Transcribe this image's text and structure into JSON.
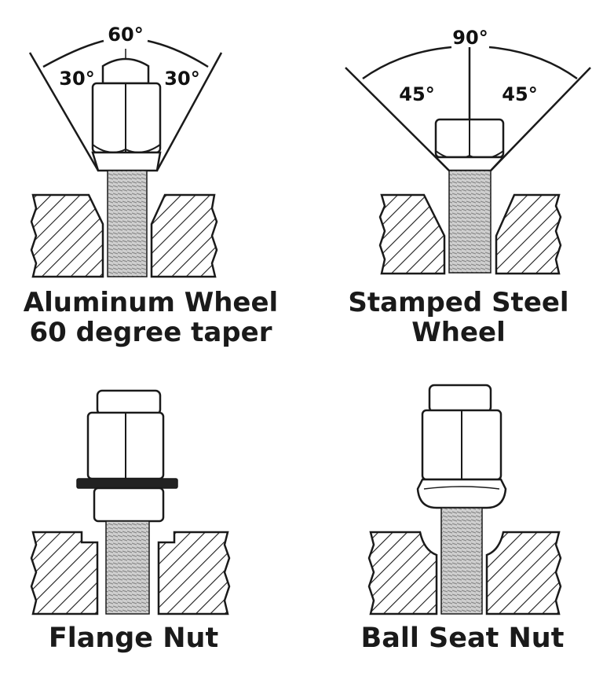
{
  "panels": {
    "aluminum": {
      "title_line1": "Aluminum Wheel",
      "title_line2": "60 degree taper",
      "angle_total": "60°",
      "angle_left": "30°",
      "angle_right": "30°"
    },
    "stamped": {
      "title_line1": "Stamped Steel",
      "title_line2": "Wheel",
      "angle_total": "90°",
      "angle_left": "45°",
      "angle_right": "45°"
    },
    "flange": {
      "title": "Flange Nut"
    },
    "ballseat": {
      "title": "Ball Seat Nut"
    }
  },
  "colors": {
    "ink": "#1a1a1a",
    "stud": "#c8c8c8",
    "washer": "#222222",
    "background": "#ffffff"
  }
}
